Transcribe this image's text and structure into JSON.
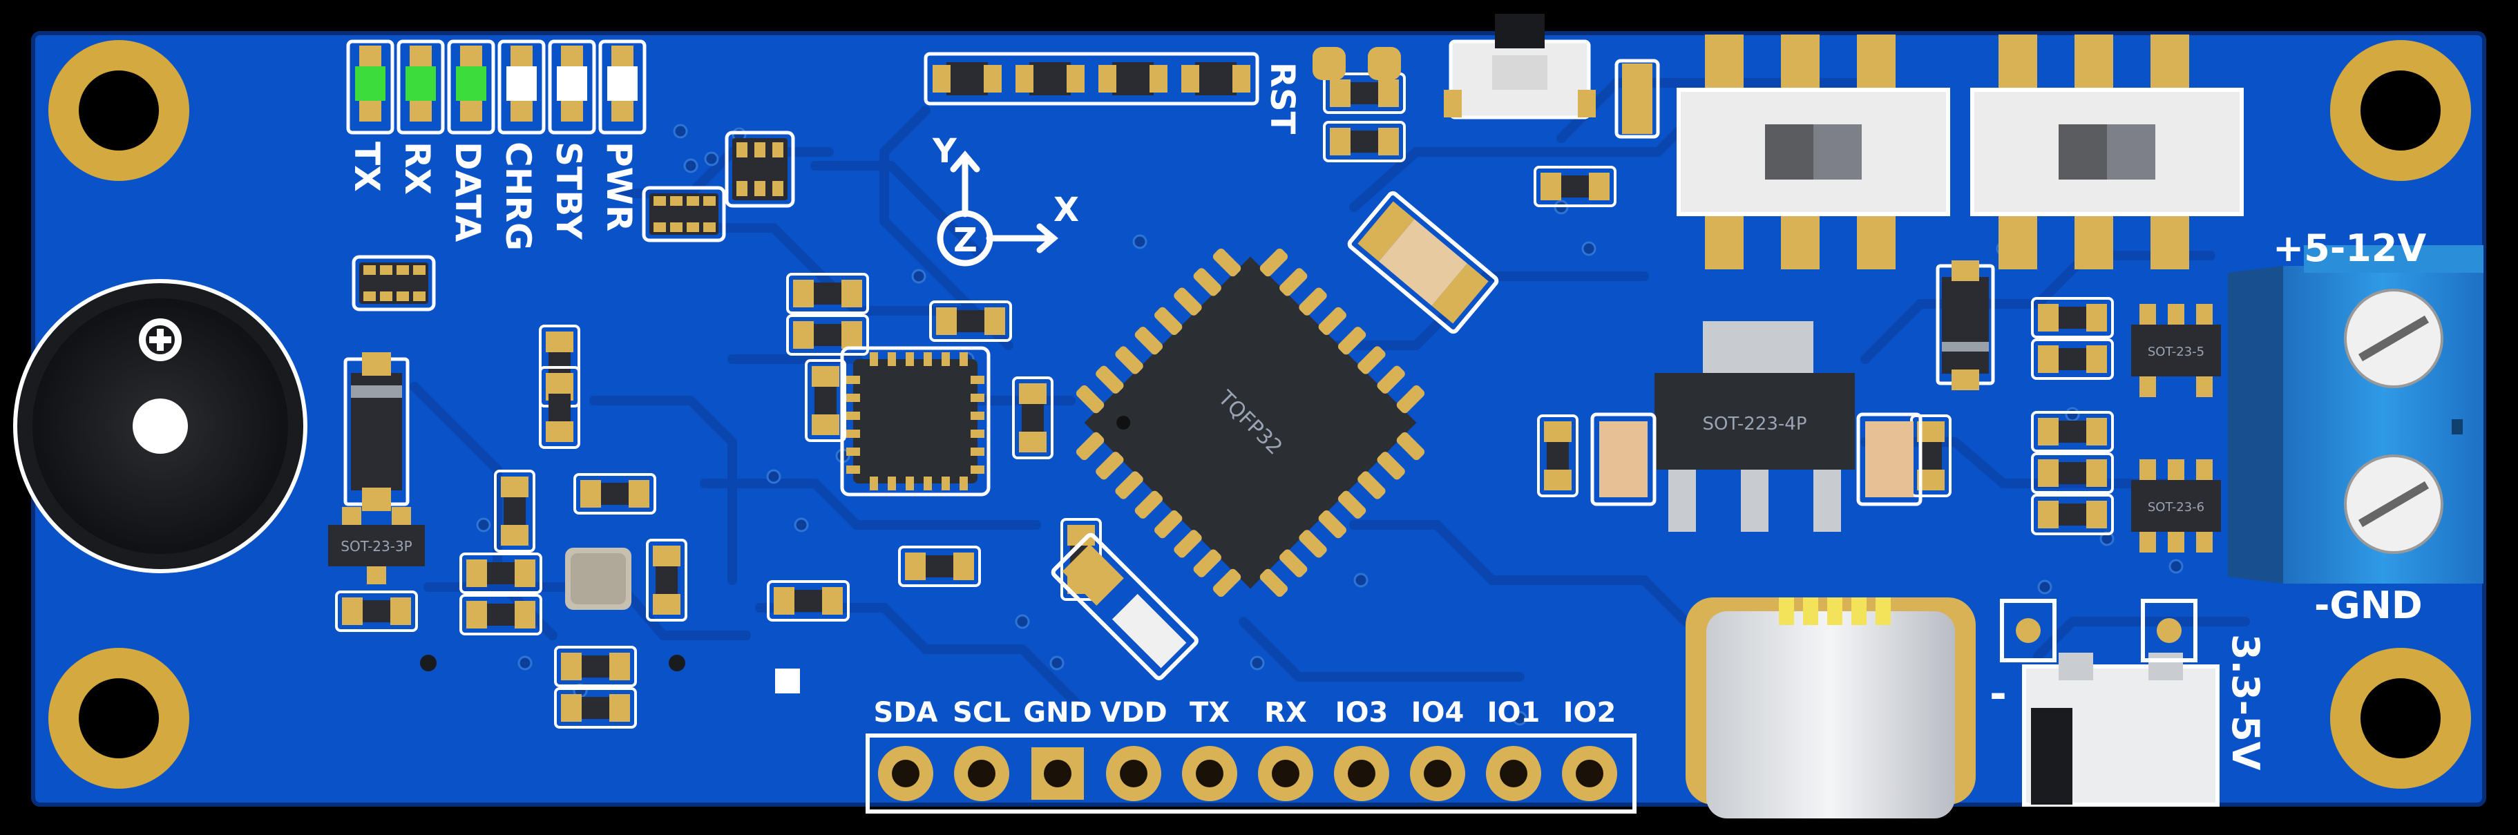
{
  "board": {
    "colors": {
      "soldermask": "#0a52c8",
      "trace": "#0a46b0",
      "copper": "#d9b255",
      "silkscreen": "#ffffff",
      "ic": "#2b2e33",
      "terminal": "#2a8ed8",
      "led_green": "#3bdc3b"
    }
  },
  "silkscreen": {
    "rst": "RST",
    "axis_y": "Y",
    "axis_x": "X",
    "axis_z": "Z",
    "power_in": "+5-12V",
    "gnd": "-GND",
    "out_voltage": "3.3-5V",
    "minus": "-"
  },
  "leds": [
    {
      "label": "TX",
      "color": "#3bdc3b"
    },
    {
      "label": "RX",
      "color": "#3bdc3b"
    },
    {
      "label": "DATA",
      "color": "#3bdc3b"
    },
    {
      "label": "CHRG",
      "color": "#ffffff"
    },
    {
      "label": "STBY",
      "color": "#ffffff"
    },
    {
      "label": "PWR",
      "color": "#ffffff"
    }
  ],
  "header_pins": [
    "SDA",
    "SCL",
    "GND",
    "VDD",
    "TX",
    "RX",
    "IO3",
    "IO4",
    "IO1",
    "IO2"
  ],
  "chips": {
    "mcu": "TQFP32",
    "regulator": "SOT-223-4P",
    "sot_a": "SOT-23-3P",
    "sot_b": "SOT-23-5",
    "sot_c": "SOT-23-6"
  }
}
